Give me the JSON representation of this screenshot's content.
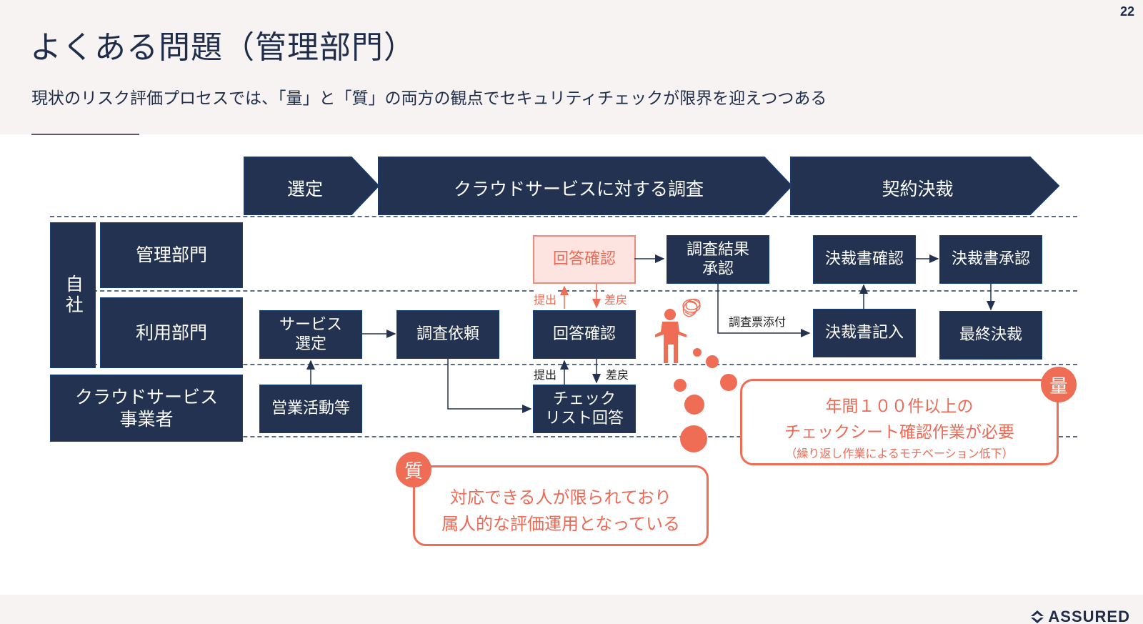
{
  "page": {
    "title": "よくある問題（管理部門）",
    "subtitle": "現状のリスク評価プロセスでは、「量」と「質」の両方の観点でセキュリティチェックが限界を迎えつつある",
    "page_number": "22",
    "logo_text": "ASSURED"
  },
  "phases": [
    {
      "label": "選定"
    },
    {
      "label": "クラウドサービスに対する調査"
    },
    {
      "label": "契約決裁"
    }
  ],
  "lanes": {
    "group": "自社",
    "admin": "管理部門",
    "user": "利用部門",
    "vendor_line1": "クラウドサービス",
    "vendor_line2": "事業者"
  },
  "steps": {
    "service_select_1": "サービス",
    "service_select_2": "選定",
    "sales": "営業活動等",
    "survey_request": "調査依頼",
    "admin_answer_check": "回答確認",
    "user_answer_check": "回答確認",
    "checklist_1": "チェック",
    "checklist_2": "リスト回答",
    "result_approval_1": "調査結果",
    "result_approval_2": "承認",
    "approval_doc_check": "決裁書確認",
    "approval_doc_approve": "決裁書承認",
    "approval_doc_fill": "決裁書記入",
    "final_approval": "最終決裁"
  },
  "edge_labels": {
    "submit_upper": "提出",
    "return_upper": "差戻",
    "submit_lower": "提出",
    "return_lower": "差戻",
    "attach_survey": "調査票添付"
  },
  "callouts": {
    "quantity": {
      "badge": "量",
      "line1": "年間１００件以上の",
      "line2": "チェックシート確認作業が必要",
      "line3": "（繰り返し作業によるモチベーション低下）"
    },
    "quality": {
      "badge": "質",
      "line1": "対応できる人が限られており",
      "line2": "属人的な評価運用となっている"
    }
  },
  "colors": {
    "navy": "#223250",
    "accent": "#ef6c55",
    "pink_fill": "#fde4e0"
  }
}
